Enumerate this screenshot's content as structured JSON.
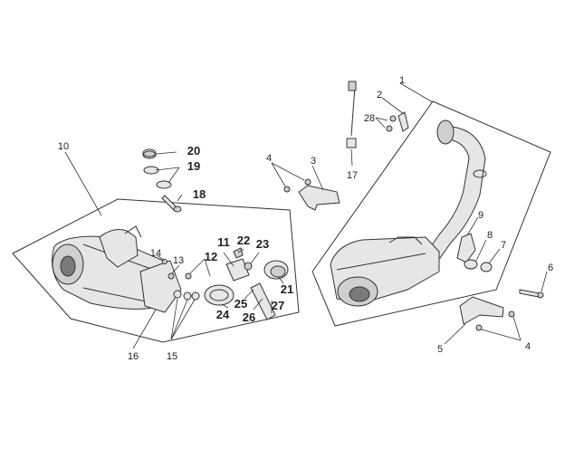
{
  "diagram": {
    "callouts": [
      {
        "id": "c1",
        "text": "1"
      },
      {
        "id": "c2",
        "text": "2"
      },
      {
        "id": "c3",
        "text": "3"
      },
      {
        "id": "c4a",
        "text": "4"
      },
      {
        "id": "c4b",
        "text": "4"
      },
      {
        "id": "c5",
        "text": "5"
      },
      {
        "id": "c6",
        "text": "6"
      },
      {
        "id": "c7",
        "text": "7"
      },
      {
        "id": "c8",
        "text": "8"
      },
      {
        "id": "c9",
        "text": "9"
      },
      {
        "id": "c10",
        "text": "10"
      },
      {
        "id": "c11",
        "text": "11"
      },
      {
        "id": "c12",
        "text": "12"
      },
      {
        "id": "c13",
        "text": "13"
      },
      {
        "id": "c14",
        "text": "14"
      },
      {
        "id": "c15",
        "text": "15"
      },
      {
        "id": "c16",
        "text": "16"
      },
      {
        "id": "c17",
        "text": "17"
      },
      {
        "id": "c18",
        "text": "18"
      },
      {
        "id": "c19",
        "text": "19"
      },
      {
        "id": "c20",
        "text": "20"
      },
      {
        "id": "c21",
        "text": "21"
      },
      {
        "id": "c22",
        "text": "22"
      },
      {
        "id": "c23",
        "text": "23"
      },
      {
        "id": "c24",
        "text": "24"
      },
      {
        "id": "c25",
        "text": "25"
      },
      {
        "id": "c26",
        "text": "26"
      },
      {
        "id": "c27",
        "text": "27"
      },
      {
        "id": "c28",
        "text": "28"
      }
    ]
  }
}
